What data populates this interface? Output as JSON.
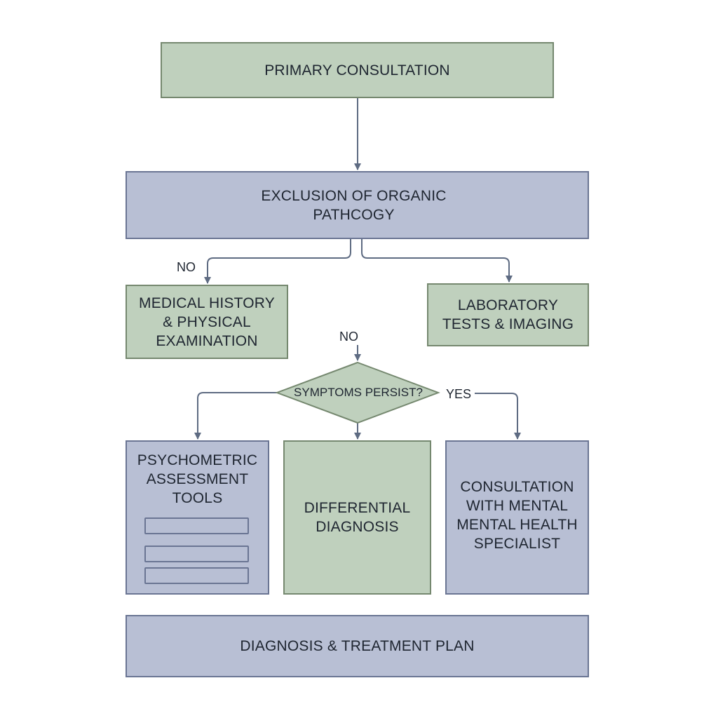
{
  "nodes": {
    "primary": {
      "lines": [
        "PRIMARY CONSULTATION"
      ]
    },
    "exclusion": {
      "lines": [
        "EXCLUSION OF ORGANIC",
        "PATHCOGY"
      ]
    },
    "medical": {
      "lines": [
        "MEDICAL HISTORY",
        "& PHYSICAL",
        "EXAMINATION"
      ]
    },
    "laboratory": {
      "lines": [
        "LABORATORY",
        "TESTS & IMAGING"
      ]
    },
    "decision": {
      "text": "SYMPTOMS PERSIST?"
    },
    "psychometric": {
      "lines": [
        "PSYCHOMETRIC",
        "ASSESSMENT",
        "TOOLS"
      ]
    },
    "differential": {
      "lines": [
        "DIFFERENTIAL",
        "DIAGNOSIS"
      ]
    },
    "consultation": {
      "lines": [
        "CONSULTATION",
        "WITH MENTAL",
        "MENTAL HEALTH",
        "SPECIALIST"
      ]
    },
    "final": {
      "lines": [
        "DIAGNOSIS & TREATMENT PLAN"
      ]
    }
  },
  "edge_labels": {
    "no_left": "NO",
    "no_center": "NO",
    "yes": "YES"
  },
  "colors": {
    "green_fill": "#bfd0bd",
    "blue_fill": "#b8bfd4",
    "connector": "#5e6b82"
  }
}
